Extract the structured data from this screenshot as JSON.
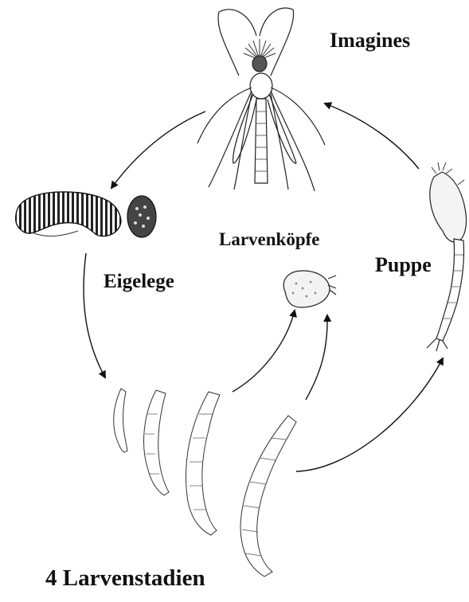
{
  "labels": {
    "imagines": "Imagines",
    "larvenkoepfe": "Larvenköpfe",
    "puppe": "Puppe",
    "eigelege": "Eigelege",
    "larvenstadien": "4 Larvenstadien"
  },
  "colors": {
    "ink": "#111111",
    "background": "#ffffff"
  }
}
